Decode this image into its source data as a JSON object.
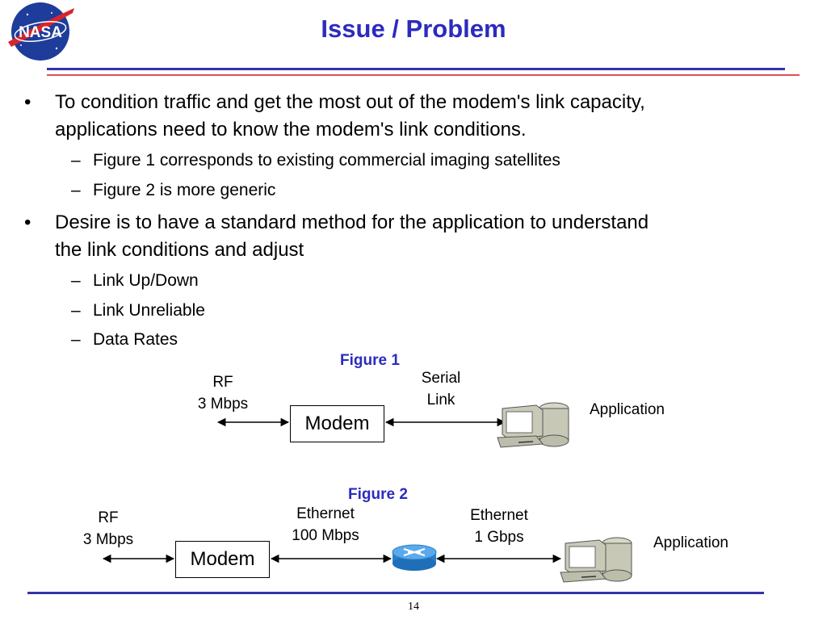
{
  "header": {
    "logo_text": "NASA",
    "title": "Issue / Problem"
  },
  "bullets": [
    {
      "text": "To condition traffic and get the most out of the modem's link capacity,",
      "text2": "applications need to know the modem's link conditions.",
      "subs": [
        "Figure 1 corresponds to existing commercial imaging satellites",
        "Figure 2 is more generic"
      ]
    },
    {
      "text": "Desire is to have  a standard method for the application to understand",
      "text2": "the link conditions and adjust",
      "subs": [
        "Link Up/Down",
        "Link Unreliable",
        "Data Rates"
      ]
    }
  ],
  "bullet_glyph": "•",
  "dash_glyph": "–",
  "figure1": {
    "label": "Figure 1",
    "rf_line1": "RF",
    "rf_line2": "3 Mbps",
    "modem": "Modem",
    "link_line1": "Serial",
    "link_line2": "Link",
    "application": "Application"
  },
  "figure2": {
    "label": "Figure 2",
    "rf_line1": "RF",
    "rf_line2": "3 Mbps",
    "modem": "Modem",
    "eth1_line1": "Ethernet",
    "eth1_line2": "100 Mbps",
    "eth2_line1": "Ethernet",
    "eth2_line2": "1 Gbps",
    "application": "Application"
  },
  "footer": {
    "page_number": "14"
  },
  "colors": {
    "title": "#2b2bbf",
    "rule_blue": "#3333aa",
    "rule_red": "#e05050"
  }
}
